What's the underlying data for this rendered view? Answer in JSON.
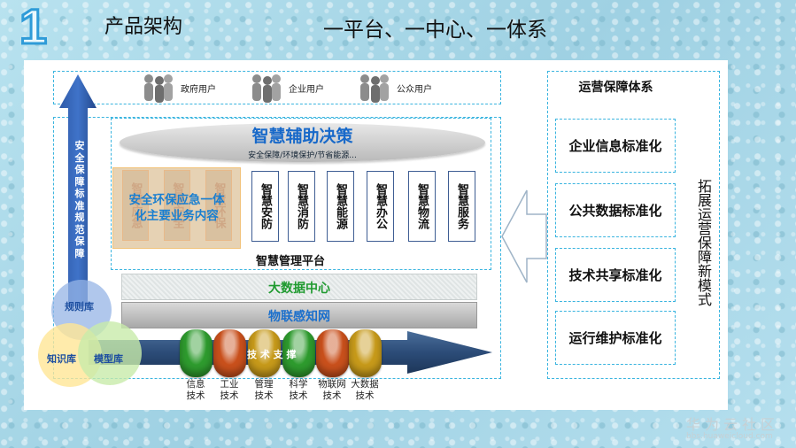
{
  "slide_number": "1",
  "title": "产品架构",
  "subtitle": "一平台、一中心、一体系",
  "users": [
    "政府用户",
    "企业用户",
    "公众用户"
  ],
  "decision": {
    "title": "智慧辅助决策",
    "subtitle": "安全保障/环境保护/节省能源..."
  },
  "emergency": {
    "columns": [
      "智慧应急",
      "智慧安全",
      "智慧环保"
    ],
    "text_line1": "安全环保应急一体",
    "text_line2": "化主要业务内容"
  },
  "services": [
    "智慧安防",
    "智慧消防",
    "智慧能源",
    "智慧办公",
    "智慧物流",
    "智慧服务"
  ],
  "platform_label": "智慧管理平台",
  "big_data_center": "大数据中心",
  "iot_label": "物联感知网",
  "vertical_arrow_text": "安全保障标准规范保障",
  "libraries": {
    "rules": "规则库",
    "knowledge": "知识库",
    "model": "模型库"
  },
  "tech_support_label": "技 术 支 撑",
  "technologies": [
    {
      "line1": "信息",
      "line2": "技术",
      "color": "#2e9b2e"
    },
    {
      "line1": "工业",
      "line2": "技术",
      "color": "#c9501c"
    },
    {
      "line1": "管理",
      "line2": "技术",
      "color": "#c79a1a"
    },
    {
      "line1": "科学",
      "line2": "技术",
      "color": "#2e9b2e"
    },
    {
      "line1": "物联网",
      "line2": "技术",
      "color": "#c9501c"
    },
    {
      "line1": "大数据",
      "line2": "技术",
      "color": "#c79a1a"
    }
  ],
  "operations": {
    "title": "运营保障体系",
    "items": [
      "企业信息标准化",
      "公共数据标准化",
      "技术共享标准化",
      "运行维护标准化"
    ],
    "side_text": "拓展运营保障新模式"
  },
  "watermark": {
    "brand": "华为云社区",
    "url": "bbs.huaweicloud.com"
  }
}
